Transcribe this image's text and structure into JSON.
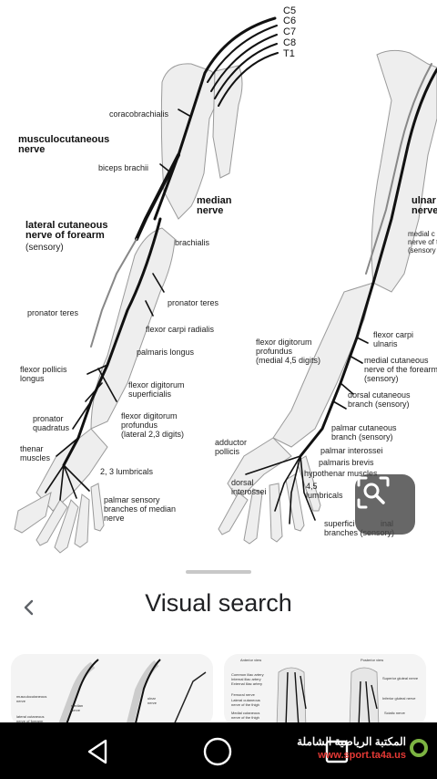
{
  "figure": {
    "roots": [
      "C5",
      "C6",
      "C7",
      "C8",
      "T1"
    ],
    "labels_left": [
      "coracobrachialis",
      "musculocutaneous\nnerve",
      "biceps brachii",
      "median\nnerve",
      "lateral cutaneous\nnerve of forearm",
      "(sensory)",
      "brachialis",
      "pronator teres",
      "pronator teres",
      "flexor carpi radialis",
      "palmaris longus",
      "flexor pollicis\nlongus",
      "flexor digitorum\nsuperficialis",
      "pronator\nquadratus",
      "flexor digitorum\nprofundus\n(lateral 2,3 digits)",
      "thenar\nmuscles",
      "2, 3 lumbricals",
      "palmar sensory\nbranches of median\nnerve"
    ],
    "labels_right": [
      "ulnar\nnerve",
      "medial c\nnerve of t\n(sensory",
      "flexor carpi\nulnaris",
      "flexor digitorum\nprofundus\n(medial 4,5 digits)",
      "medial cutaneous\nnerve of the forearm\n(sensory)",
      "dorsal cutaneous\nbranch (sensory)",
      "palmar cutaneous\nbranch (sensory)",
      "adductor\npollicis",
      "palmar interossei",
      "palmaris brevis",
      "hypothenar muscles",
      "dorsal\ninterossei",
      "4,5\nlumbricals",
      "superfici\nbranches (sensory)",
      "inal"
    ]
  },
  "visual_search": {
    "title": "Visual search",
    "back_icon": "chevron-left-icon",
    "lens_icon": "lens-search-icon"
  },
  "thumbnails": [
    {
      "name": "result-thumbnail-1",
      "labels": [
        "musculocutaneous",
        "nerve",
        "median",
        "nerve",
        "lateral cutaneous",
        "nerve of forearm",
        "ulnar",
        "nerve"
      ]
    },
    {
      "name": "result-thumbnail-2",
      "labels": [
        "Anterior view",
        "Posterior view",
        "Femoral nerve",
        "Lateral cutaneous",
        "nerve of the thigh",
        "Medial cutaneous",
        "nerve of the thigh",
        "Sciatic nerve",
        "Superior gluteal nerve",
        "Inferior gluteal nerve",
        "Common iliac artery",
        "Internal iliac artery",
        "External iliac artery"
      ]
    }
  ],
  "navbar": {
    "back_icon": "nav-back-icon",
    "home_icon": "nav-home-icon",
    "recents_icon": "nav-recents-icon",
    "watermark_line1": "المكتبة الرياضية الشاملة",
    "watermark_line2": "www.sport.ta4a.us"
  }
}
